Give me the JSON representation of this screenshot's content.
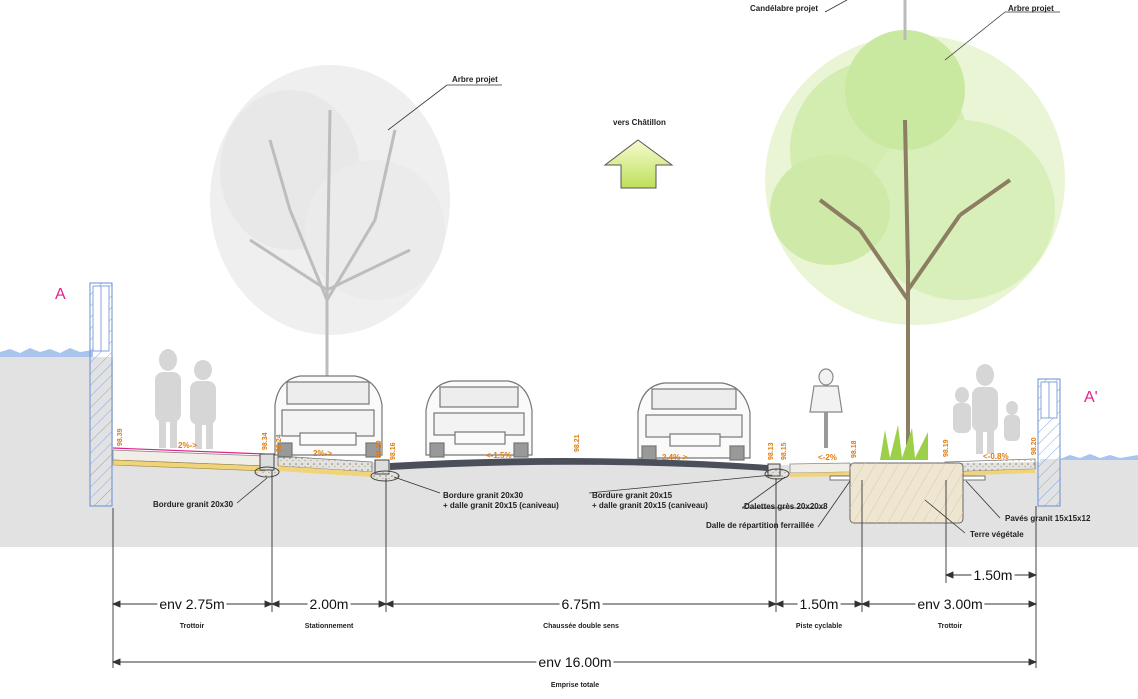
{
  "section": {
    "start": "A",
    "end": "A'"
  },
  "direction": "vers Châtillon",
  "callouts": {
    "tree_left": "Arbre projet",
    "lamp": "Candélabre projet",
    "tree_right": "Arbre projet",
    "curb_1": "Bordure granit 20x30",
    "curb_2a": "Bordure granit 20x30",
    "curb_2b": "+ dalle granit 20x15 (caniveau)",
    "curb_3a": "Bordure granit 20x15",
    "curb_3b": "+ dalle granit 20x15 (caniveau)",
    "dalettes": "Dalettes grès 20x20x8",
    "dalle": "Dalle de répartition ferraillée",
    "paves": "Pavés granit 15x15x12",
    "terre": "Terre végétale"
  },
  "levels": [
    "98.39",
    "98.34",
    "98.24",
    "98.20",
    "98.16",
    "98.21",
    "98.13",
    "98.15",
    "98.18",
    "98.19",
    "98.20"
  ],
  "slopes": [
    "2%->",
    "2%->",
    "<-1.5%",
    "2.4%->",
    "<-2%",
    "<-0.8%"
  ],
  "dimensions": [
    {
      "value": "env 2.75m",
      "label": "Trottoir"
    },
    {
      "value": "2.00m",
      "label": "Stationnement"
    },
    {
      "value": "6.75m",
      "label": "Chaussée double sens"
    },
    {
      "value": "1.50m",
      "label": "Piste cyclable"
    },
    {
      "value": "env 3.00m",
      "label": "Trottoir"
    }
  ],
  "pit_width": "1.50m",
  "total": {
    "value": "env 16.00m",
    "label": "Emprise totale"
  }
}
